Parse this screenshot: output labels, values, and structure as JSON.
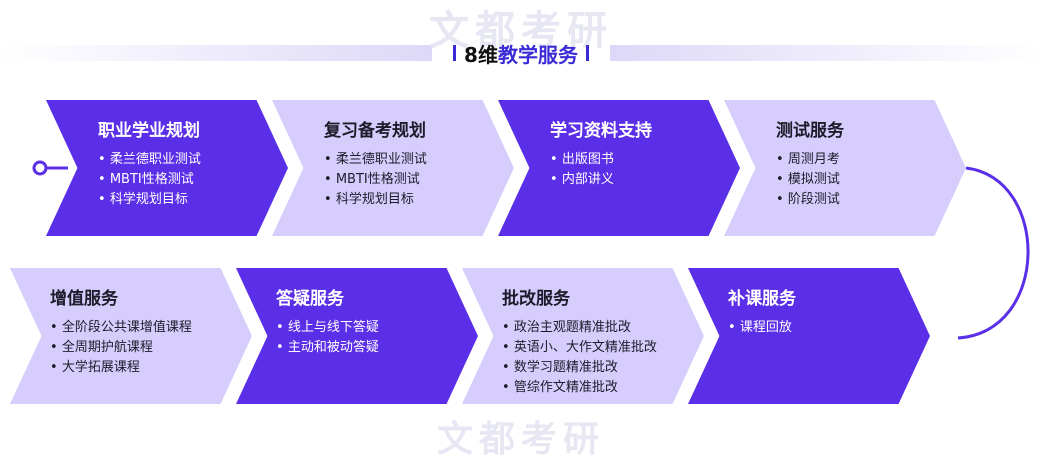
{
  "watermark": "文都考研",
  "header": {
    "title_prefix": "8维",
    "title_highlight": "教学服务"
  },
  "colors": {
    "dark": "#5b2ee8",
    "light": "#d6cdfd",
    "accent": "#3b2bd6"
  },
  "row1": [
    {
      "title": "职业学业规划",
      "style": "dark",
      "items": [
        "柔兰德职业测试",
        "MBTI性格测试",
        "科学规划目标"
      ]
    },
    {
      "title": "复习备考规划",
      "style": "light",
      "items": [
        "柔兰德职业测试",
        "MBTI性格测试",
        "科学规划目标"
      ]
    },
    {
      "title": "学习资料支持",
      "style": "dark",
      "items": [
        "出版图书",
        "内部讲义"
      ]
    },
    {
      "title": "测试服务",
      "style": "light",
      "items": [
        "周测月考",
        "模拟测试",
        "阶段测试"
      ]
    }
  ],
  "row2": [
    {
      "title": "增值服务",
      "style": "light",
      "items": [
        "全阶段公共课增值课程",
        "全周期护航课程",
        "大学拓展课程"
      ]
    },
    {
      "title": "答疑服务",
      "style": "dark",
      "items": [
        "线上与线下答疑",
        "主动和被动答疑"
      ]
    },
    {
      "title": "批改服务",
      "style": "light",
      "items": [
        "政治主观题精准批改",
        "英语小、大作文精准批改",
        "数学习题精准批改",
        "管综作文精准批改"
      ]
    },
    {
      "title": "补课服务",
      "style": "dark",
      "items": [
        "课程回放"
      ]
    }
  ]
}
